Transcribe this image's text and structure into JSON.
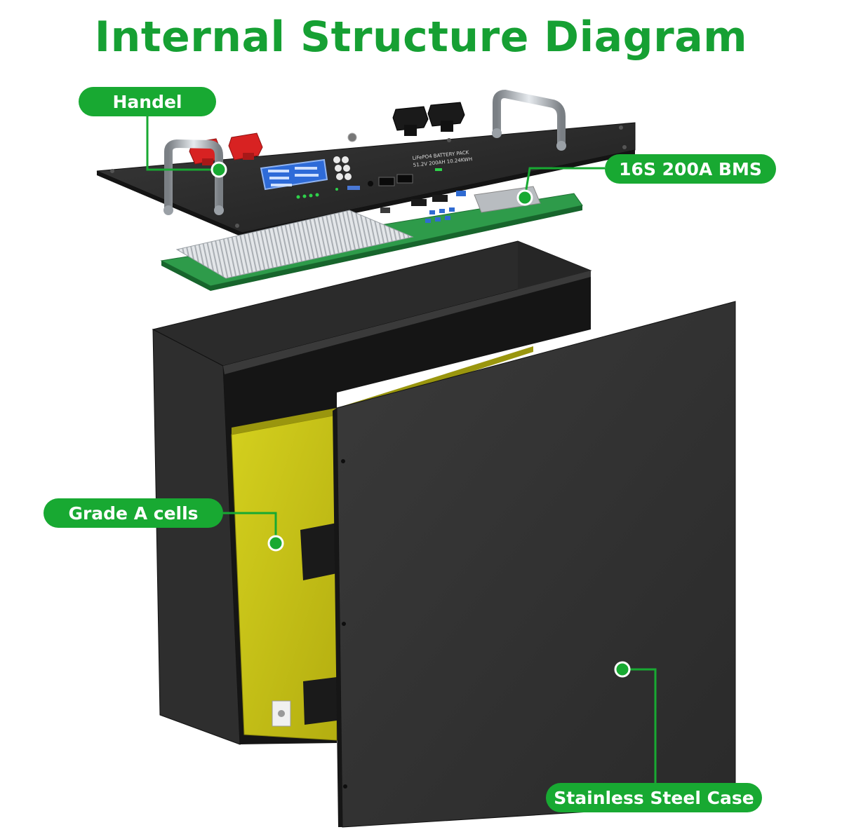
{
  "title": "Internal Structure Diagram",
  "colors": {
    "accent": "#18a932",
    "title": "#16a033",
    "case": "#2e2e2e",
    "case_edge": "#1a1a1a",
    "cells": "#c9c514",
    "pcb": "#2e9b4a",
    "heatsink": "#d9dde0",
    "terminal_red": "#d82222"
  },
  "panel": {
    "line1": "LiFePO4 BATTERY PACK",
    "line2": "51.2V 200AH 10.24KWH"
  },
  "callouts": [
    {
      "id": "handel",
      "label": "Handel"
    },
    {
      "id": "bms",
      "label": "16S 200A BMS"
    },
    {
      "id": "cells",
      "label": "Grade A cells"
    },
    {
      "id": "case",
      "label": "Stainless Steel Case"
    }
  ]
}
